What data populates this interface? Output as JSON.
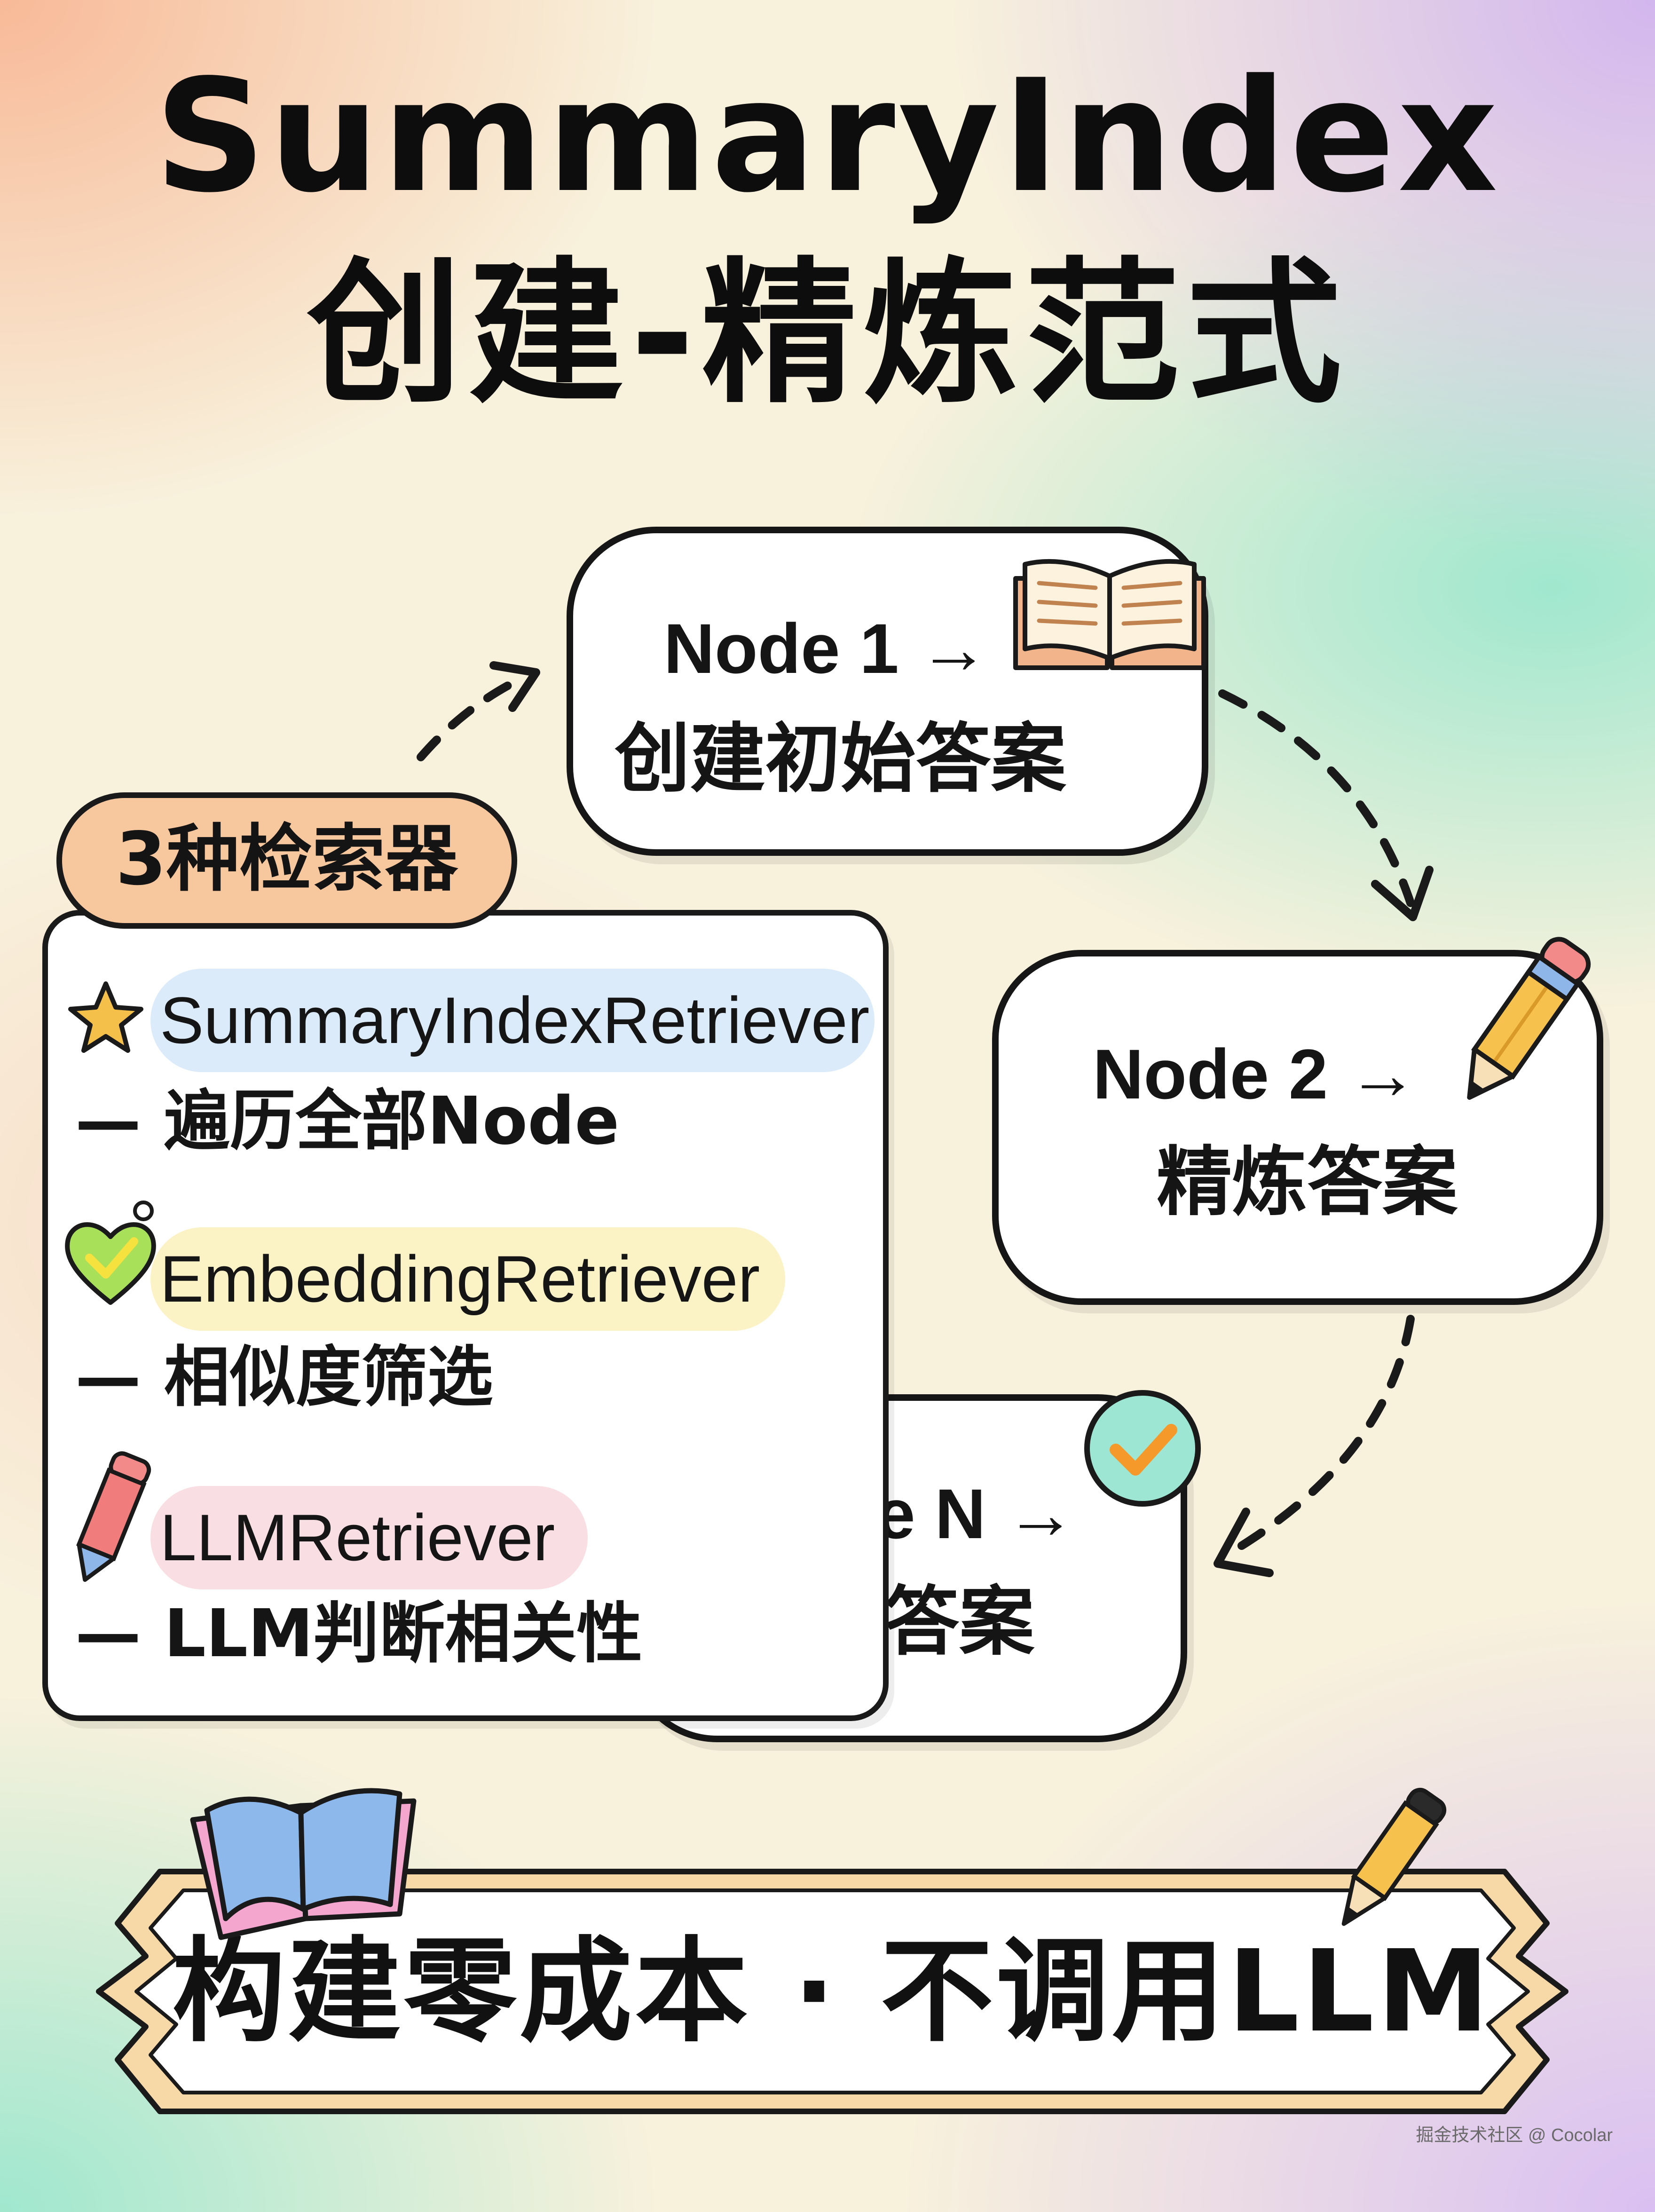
{
  "title": {
    "line1": "SummaryIndex",
    "line2": "创建-精炼范式"
  },
  "flow": {
    "nodes": [
      {
        "label": "Node 1 →",
        "desc": "创建初始答案",
        "icon": "open-book-icon"
      },
      {
        "label": "Node 2 →",
        "desc": "精炼答案",
        "icon": "pencil-icon"
      },
      {
        "label": "Node N →",
        "desc": "最终答案",
        "icon": "check-circle-icon"
      }
    ]
  },
  "retrievers": {
    "badge": "3种检索器",
    "items": [
      {
        "name": "SummaryIndexRetriever",
        "desc": "— 遍历全部Node",
        "icon": "star-icon",
        "highlight": "#dcebfa"
      },
      {
        "name": "EmbeddingRetriever",
        "desc": "— 相似度筛选",
        "icon": "heart-check-icon",
        "highlight": "#fbf3c6"
      },
      {
        "name": "LLMRetriever",
        "desc": "— LLM判断相关性",
        "icon": "pencil-icon",
        "highlight": "#f9dfe3"
      }
    ]
  },
  "banner": {
    "text": "构建零成本 · 不调用LLM",
    "icons": [
      "open-book-icon",
      "pencil-icon"
    ]
  },
  "watermark": "掘金技术社区 @ Cocolar",
  "colors": {
    "badge": "#f7c79e",
    "check": "#f59a2a",
    "check_bg": "#9ee6d4"
  }
}
